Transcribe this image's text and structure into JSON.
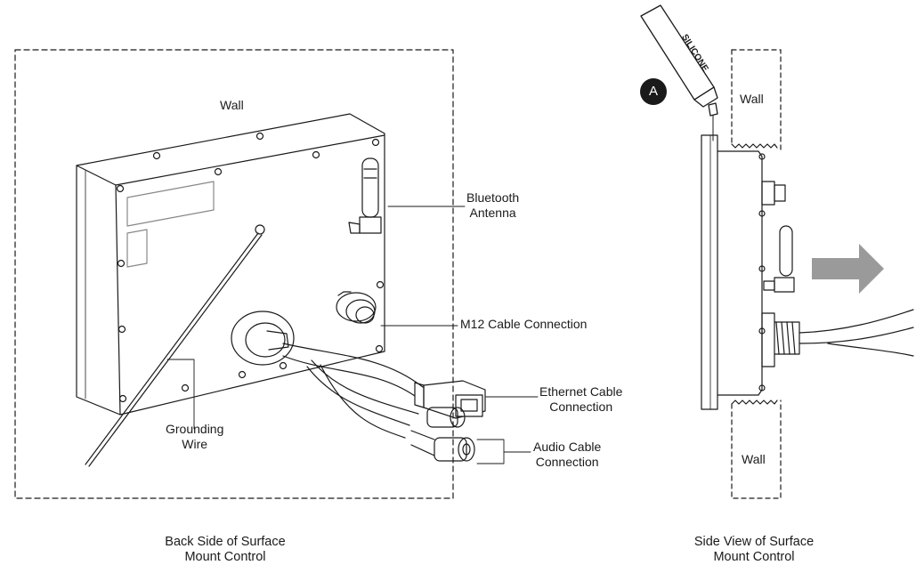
{
  "left_view": {
    "wall_label": "Wall",
    "callouts": {
      "bluetooth": [
        "Bluetooth",
        "Antenna"
      ],
      "m12": "M12 Cable Connection",
      "ethernet": [
        "Ethernet Cable",
        "Connection"
      ],
      "audio": [
        "Audio Cable",
        "Connection"
      ],
      "grounding": [
        "Grounding",
        "Wire"
      ]
    },
    "caption": [
      "Back Side of Surface",
      "Mount Control"
    ]
  },
  "right_view": {
    "marker": "A",
    "tube_text": "SILICONE",
    "wall_top": "Wall",
    "wall_bottom": "Wall",
    "caption": [
      "Side View of Surface",
      "Mount Control"
    ]
  },
  "colors": {
    "ink": "#1a1a1a",
    "arrow": "#9a9a9a",
    "label_box": "#c8c8c8"
  }
}
